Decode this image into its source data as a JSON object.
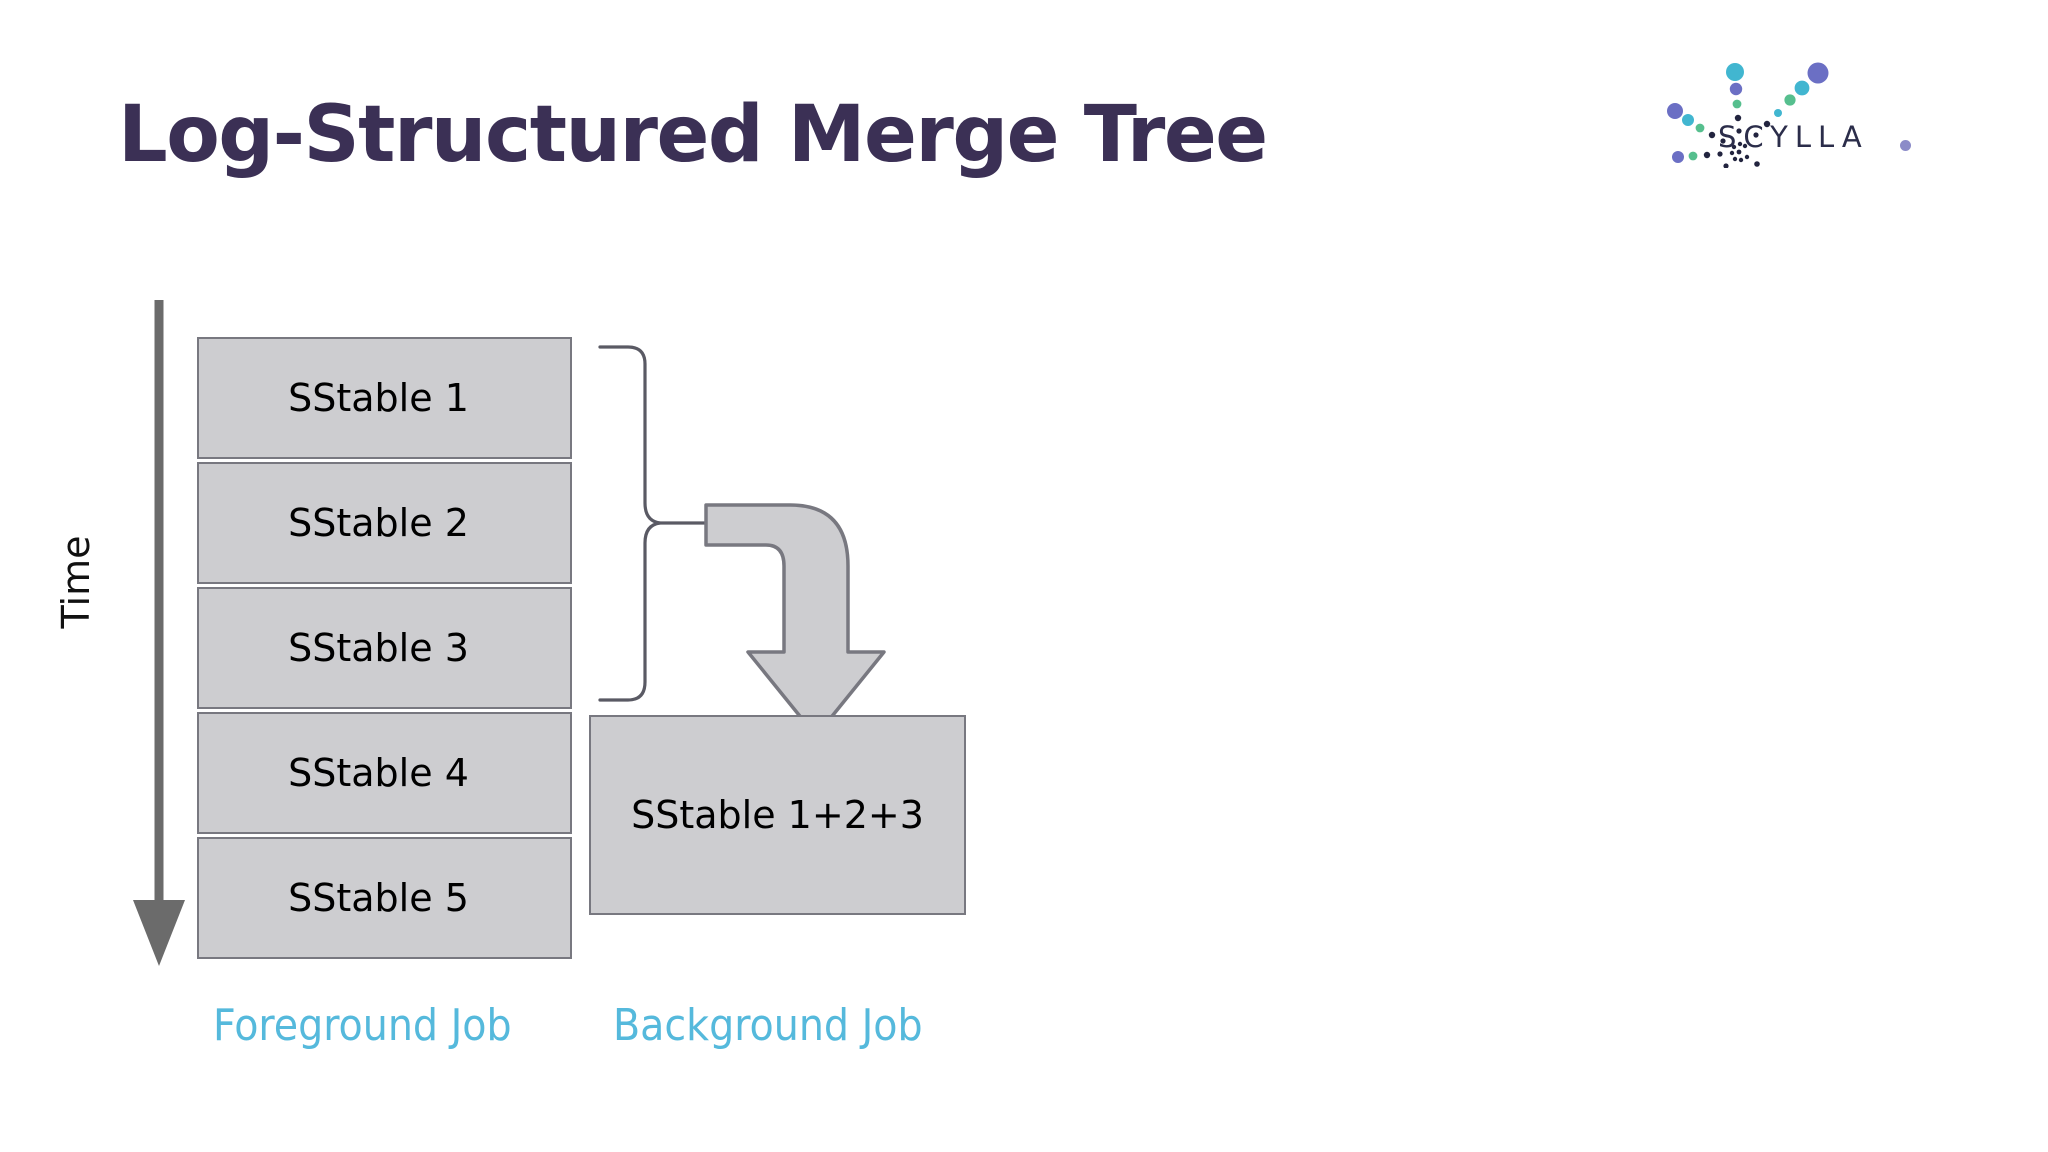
{
  "slide": {
    "title": "Log-Structured Merge Tree",
    "background_color": "#ffffff",
    "title_color": "#3b3055"
  },
  "logo": {
    "wordmark": "SCYLLA",
    "mark_name": "scylla-dots-burst",
    "colors": {
      "wordmark": "#2b2d4a",
      "teal": "#41b6d0",
      "purple": "#6b6fc4",
      "green": "#56bf8e",
      "navy": "#22243f",
      "trailing_dot": "#8b8bc8"
    }
  },
  "diagram": {
    "time_axis": {
      "label": "Time",
      "direction": "downward",
      "color": "#6b6b6b"
    },
    "foreground_column": {
      "label": "Foreground Job",
      "boxes": [
        {
          "label": "SStable 1"
        },
        {
          "label": "SStable 2"
        },
        {
          "label": "SStable 3"
        },
        {
          "label": "SStable 4"
        },
        {
          "label": "SStable 5"
        }
      ]
    },
    "background_column": {
      "label": "Background Job",
      "boxes": [
        {
          "label": "SStable 1+2+3"
        }
      ]
    },
    "brace": {
      "name": "grouping-brace",
      "spans": [
        "SStable 1",
        "SStable 2",
        "SStable 3"
      ],
      "color": "#5a5a64"
    },
    "merge_arrow": {
      "name": "compaction-arrow",
      "shape": "elbow-block-arrow",
      "fill": "#cdcdd0",
      "stroke": "#787880"
    },
    "box_style": {
      "fill": "#cdcdd0",
      "stroke": "#787880",
      "text_color": "#000000"
    },
    "label_color": "#55b9dc"
  }
}
